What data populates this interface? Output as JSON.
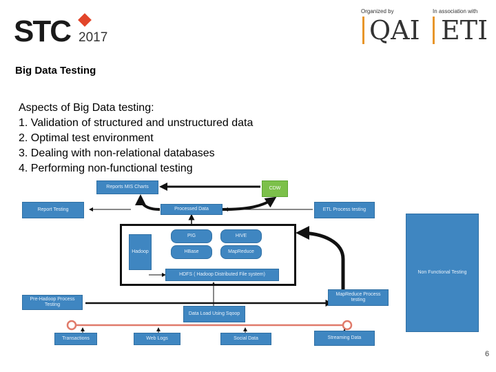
{
  "header": {
    "stc_logo": "STC",
    "stc_year": "2017",
    "organized_by_label": "Organized by",
    "association_label": "In association with",
    "qai_logo": "QAI",
    "eti_logo": "ETI"
  },
  "slide": {
    "title": "Big Data Testing",
    "body": "Aspects of Big Data testing:\n1. Validation of structured and unstructured data\n2. Optimal test environment\n3. Dealing with non-relational databases\n4. Performing non-functional testing",
    "page_number": "6"
  },
  "diagram": {
    "reports": "Reports MIS Charts",
    "cdw": "CDW",
    "report_testing": "Report Testing",
    "processed_data": "Processed Data",
    "etl_testing": "ETL Process testing",
    "hadoop": "Hadoop",
    "pig": "PIG",
    "hive": "HIVE",
    "hbase": "HBase",
    "mapreduce": "MapReduce",
    "hdfs": "HDFS ( Hadoop Distributed File system)",
    "non_functional": "Non Functional Testing",
    "pre_hadoop": "Pre-Hadoop Process Testing",
    "data_load": "Data Load Using Sqoop",
    "mapreduce_testing": "MapReduce Process testing",
    "transactions": "Transactions",
    "web_logs": "Web Logs",
    "social_data": "Social Data",
    "streaming_data": "Streaming Data"
  },
  "colors": {
    "box_blue": "#3f86c1",
    "box_green": "#7cc04a",
    "accent_red": "#e2452a",
    "accent_orange": "#e8962a",
    "pipeline_line": "#e07a6a"
  }
}
